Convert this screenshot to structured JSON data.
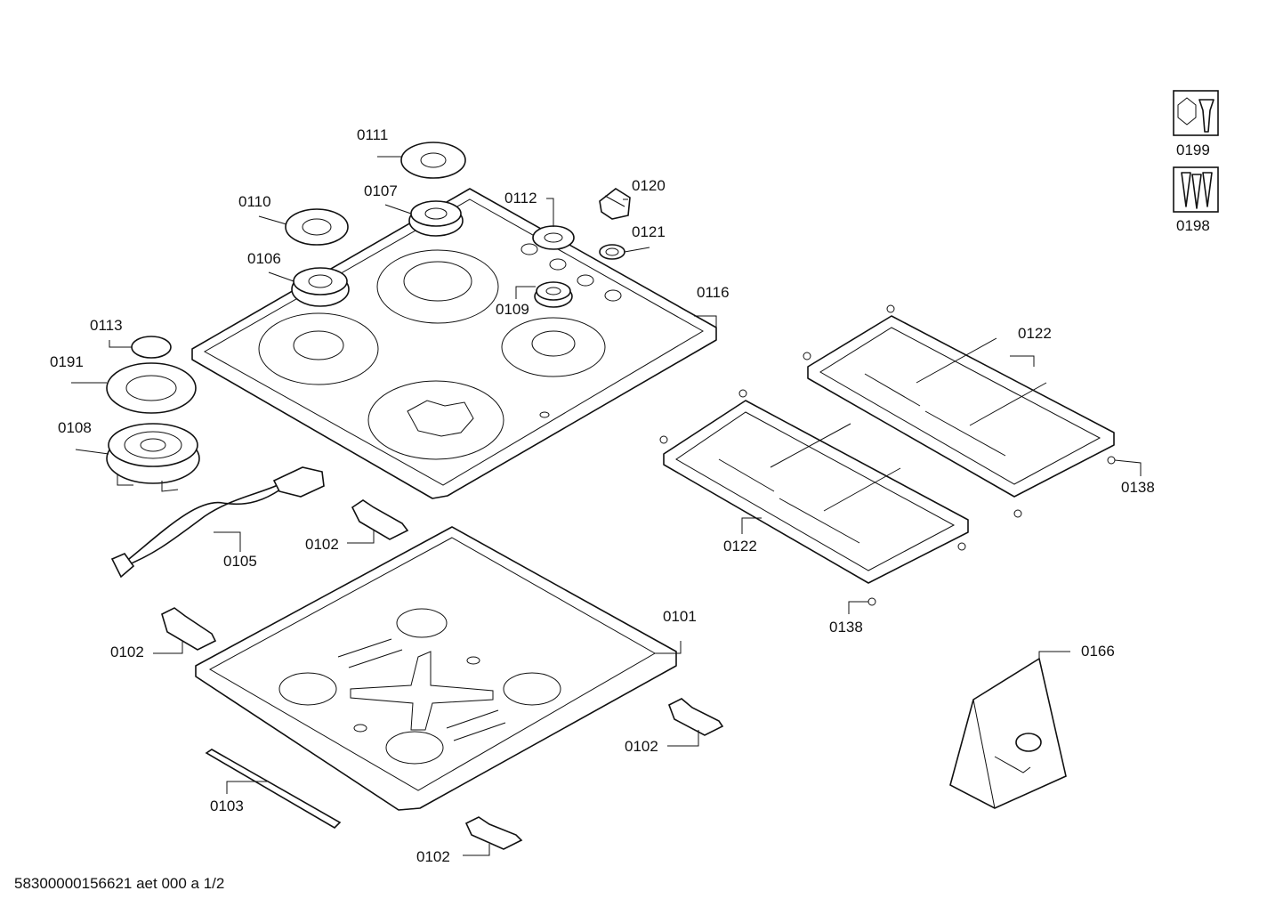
{
  "labels": {
    "p0111": "0111",
    "p0110": "0110",
    "p0107": "0107",
    "p0112": "0112",
    "p0120": "0120",
    "p0121": "0121",
    "p0106": "0106",
    "p0109": "0109",
    "p0116": "0116",
    "p0113": "0113",
    "p0191": "0191",
    "p0108": "0108",
    "p0105": "0105",
    "p0102a": "0102",
    "p0102b": "0102",
    "p0102c": "0102",
    "p0102d": "0102",
    "p0101": "0101",
    "p0103": "0103",
    "p0122a": "0122",
    "p0122b": "0122",
    "p0138a": "0138",
    "p0138b": "0138",
    "p0166": "0166",
    "p0199": "0199",
    "p0198": "0198"
  },
  "footer": "58300000156621 aet 000 a 1/2",
  "icons": [
    "wrench-nut-icon",
    "screws-icon"
  ]
}
